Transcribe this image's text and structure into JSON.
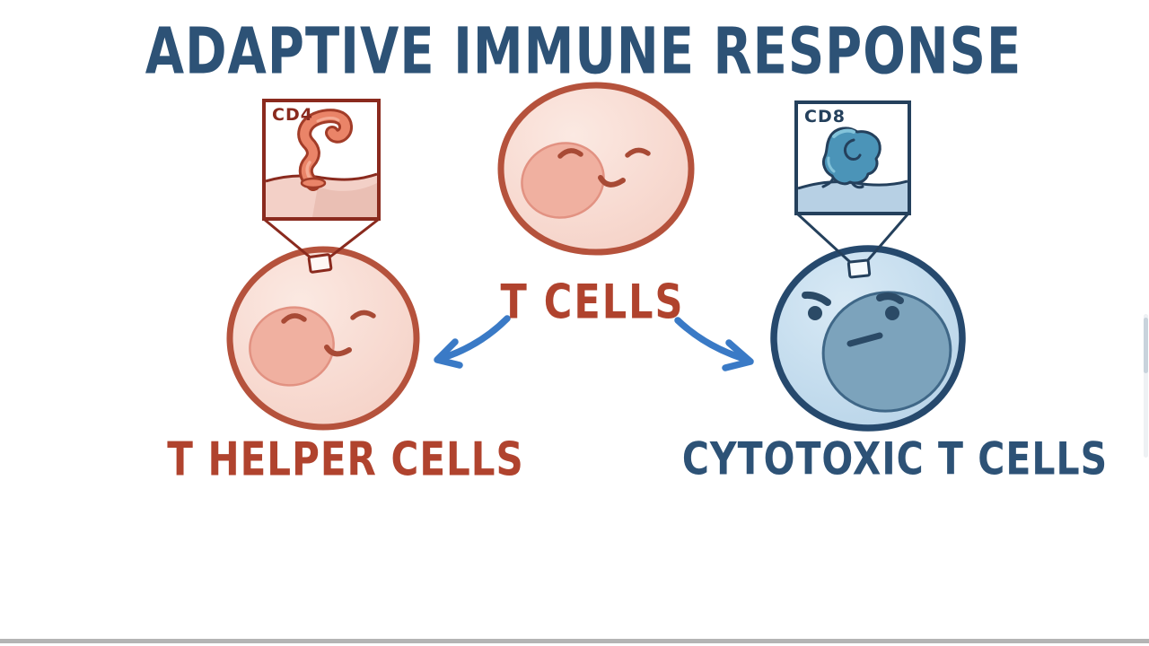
{
  "title": "ADAPTIVE IMMUNE RESPONSE",
  "diagram": {
    "parent_cell": {
      "label": "T CELLS"
    },
    "left_branch": {
      "receptor_label": "CD4",
      "cell_label": "T HELPER CELLS"
    },
    "right_branch": {
      "receptor_label": "CD8",
      "cell_label": "CYTOTOXIC T CELLS"
    }
  },
  "icons": {
    "cd4_receptor": "cd4-receptor-icon",
    "cd8_receptor": "cd8-receptor-icon",
    "arrow_left": "arrow-to-t-helper-icon",
    "arrow_right": "arrow-to-cytotoxic-icon"
  },
  "colors": {
    "title_text": "#2d5276",
    "red_text": "#b0432e",
    "navy_text": "#24405c",
    "arrow_blue": "#3a7ac6",
    "pink_cell_outline": "#b5523c",
    "pink_cell_fill": "#f8dbd2",
    "pink_nucleus": "#f0b0a0",
    "cd4_accent": "#8a2a1e",
    "cd4_receptor_body": "#ea8468",
    "blue_cell_outline": "#26496d",
    "blue_cell_fill": "#c5ddee",
    "blue_nucleus": "#7ca3bc",
    "cd8_receptor_body": "#4b94b8",
    "bottom_bar": "#b4b4b4"
  }
}
